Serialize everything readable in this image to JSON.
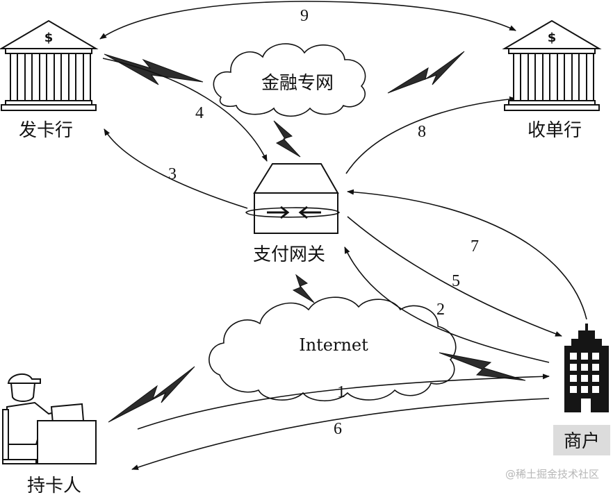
{
  "nodes": {
    "issuer_bank": "发卡行",
    "acquirer_bank": "收单行",
    "payment_gateway": "支付网关",
    "cardholder": "持卡人",
    "merchant": "商户"
  },
  "clouds": {
    "financial_network": "金融专网",
    "internet": "Internet"
  },
  "flows": [
    {
      "step": "1",
      "from": "cardholder",
      "to": "merchant"
    },
    {
      "step": "2",
      "from": "merchant",
      "to": "payment_gateway"
    },
    {
      "step": "3",
      "from": "payment_gateway",
      "to": "issuer_bank"
    },
    {
      "step": "4",
      "from": "issuer_bank",
      "to": "payment_gateway"
    },
    {
      "step": "5",
      "from": "payment_gateway",
      "to": "merchant"
    },
    {
      "step": "6",
      "from": "merchant",
      "to": "cardholder"
    },
    {
      "step": "7",
      "from": "merchant",
      "to": "payment_gateway"
    },
    {
      "step": "8",
      "from": "payment_gateway",
      "to": "acquirer_bank"
    },
    {
      "step": "9",
      "from": "issuer_bank",
      "to": "acquirer_bank"
    }
  ],
  "bank_symbol": "$",
  "watermark": "@稀土掘金技术社区",
  "icons": [
    "bank-icon",
    "gateway-icon",
    "building-icon",
    "person-at-computer-icon",
    "lightning-icon",
    "cloud-icon"
  ],
  "colors": {
    "ink": "#111111",
    "building": "#151515",
    "label_bg": "#dcdcdc",
    "watermark": "#b7b7b7"
  }
}
